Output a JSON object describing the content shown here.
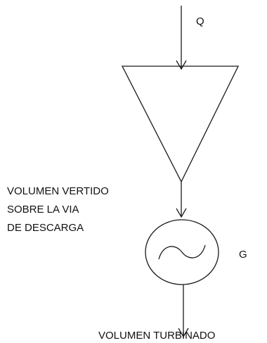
{
  "diagram": {
    "inflow_label": "Q",
    "spill_label_lines": [
      "VOLUMEN VERTIDO",
      "SOBRE LA VIA",
      "DE DESCARGA"
    ],
    "generator_label": "G",
    "turbined_label": "VOLUMEN TURBINADO"
  },
  "colors": {
    "line": "#1a1a1a",
    "text": "#111111",
    "background": "#ffffff"
  }
}
